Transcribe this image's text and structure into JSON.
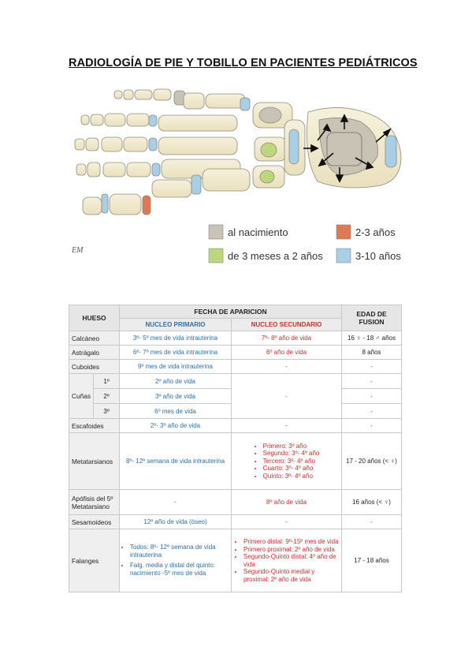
{
  "page": {
    "title": "RADIOLOGÍA DE PIE Y TOBILLO EN PACIENTES PEDIÁTRICOS"
  },
  "diagram": {
    "legend": [
      {
        "label": "al nacimiento",
        "color": "#c9c3b5"
      },
      {
        "label": "2-3 años",
        "color": "#dd7a55"
      },
      {
        "label": "de 3 meses a 2 años",
        "color": "#bcd77e"
      },
      {
        "label": "3-10 años",
        "color": "#a9cfe6"
      }
    ],
    "signature": "EM"
  },
  "table": {
    "headers": {
      "hueso": "HUESO",
      "fecha": "FECHA DE APARICION",
      "edad": "EDAD DE FUSION",
      "primario": "NUCLEO PRIMARIO",
      "secundario": "NUCLEO SECUNDARIO"
    },
    "calcaneo": {
      "bone": "Calcáneo",
      "prim": "3º- 5º mes de vida intrauterina",
      "sec": "7º- 8º año de vida",
      "fus": "16 ♀ - 18 ♂ años"
    },
    "astragalo": {
      "bone": "Astrágalo",
      "prim": "6º- 7º mes de vida intrauterina",
      "sec": "6º año de vida",
      "fus": "8 años"
    },
    "cuboides": {
      "bone": "Cuboides",
      "prim": "9º mes de vida intrauterina",
      "sec": "-",
      "fus": "-"
    },
    "cunas": {
      "bone": "Cuñas",
      "sec": "-",
      "rows": [
        {
          "n": "1º",
          "prim": "2º año de vida",
          "fus": "-"
        },
        {
          "n": "2º",
          "prim": "3º año de vida",
          "fus": "-"
        },
        {
          "n": "3º",
          "prim": "6º mes de vida",
          "fus": "-"
        }
      ]
    },
    "escafoides": {
      "bone": "Escafoides",
      "prim": "2º- 3º año de vida",
      "sec": "-",
      "fus": "-"
    },
    "metatarsianos": {
      "bone": "Metatarsianos",
      "prim": "8º- 12º semana de vida intrauterina",
      "sec_items": [
        "Primero: 3º año",
        "Segundo: 3º- 4º año",
        "Tercero: 3º- 4º año",
        "Cuarto: 3º- 4º año",
        "Quinto: 3º- 4º año"
      ],
      "fus": "17 - 20 años (< ♀)"
    },
    "apofisis": {
      "bone": "Apófisis del 5º Metatarsiano",
      "prim": "-",
      "sec": "8º año de vida",
      "fus": "16 años (< ♀)"
    },
    "sesamoideos": {
      "bone": "Sesamoideos",
      "prim": "12º año de vida (óseo)",
      "sec": "-",
      "fus": "-"
    },
    "falanges": {
      "bone": "Falanges",
      "prim_items": [
        "Todos: 8º- 12º semana de vida intrauterina",
        "Falg. media y distal del quinto: nacimiento -5º mes de vida"
      ],
      "sec_items": [
        "Primero distal: 9º-15º mes de vida",
        "Primero proximal: 2º año de vida",
        "Segundo-Quinto distal: 4º año de vida",
        "Segundo-Quinto medial y proximal: 2º año de vida"
      ],
      "fus": "17 - 18 años"
    }
  }
}
